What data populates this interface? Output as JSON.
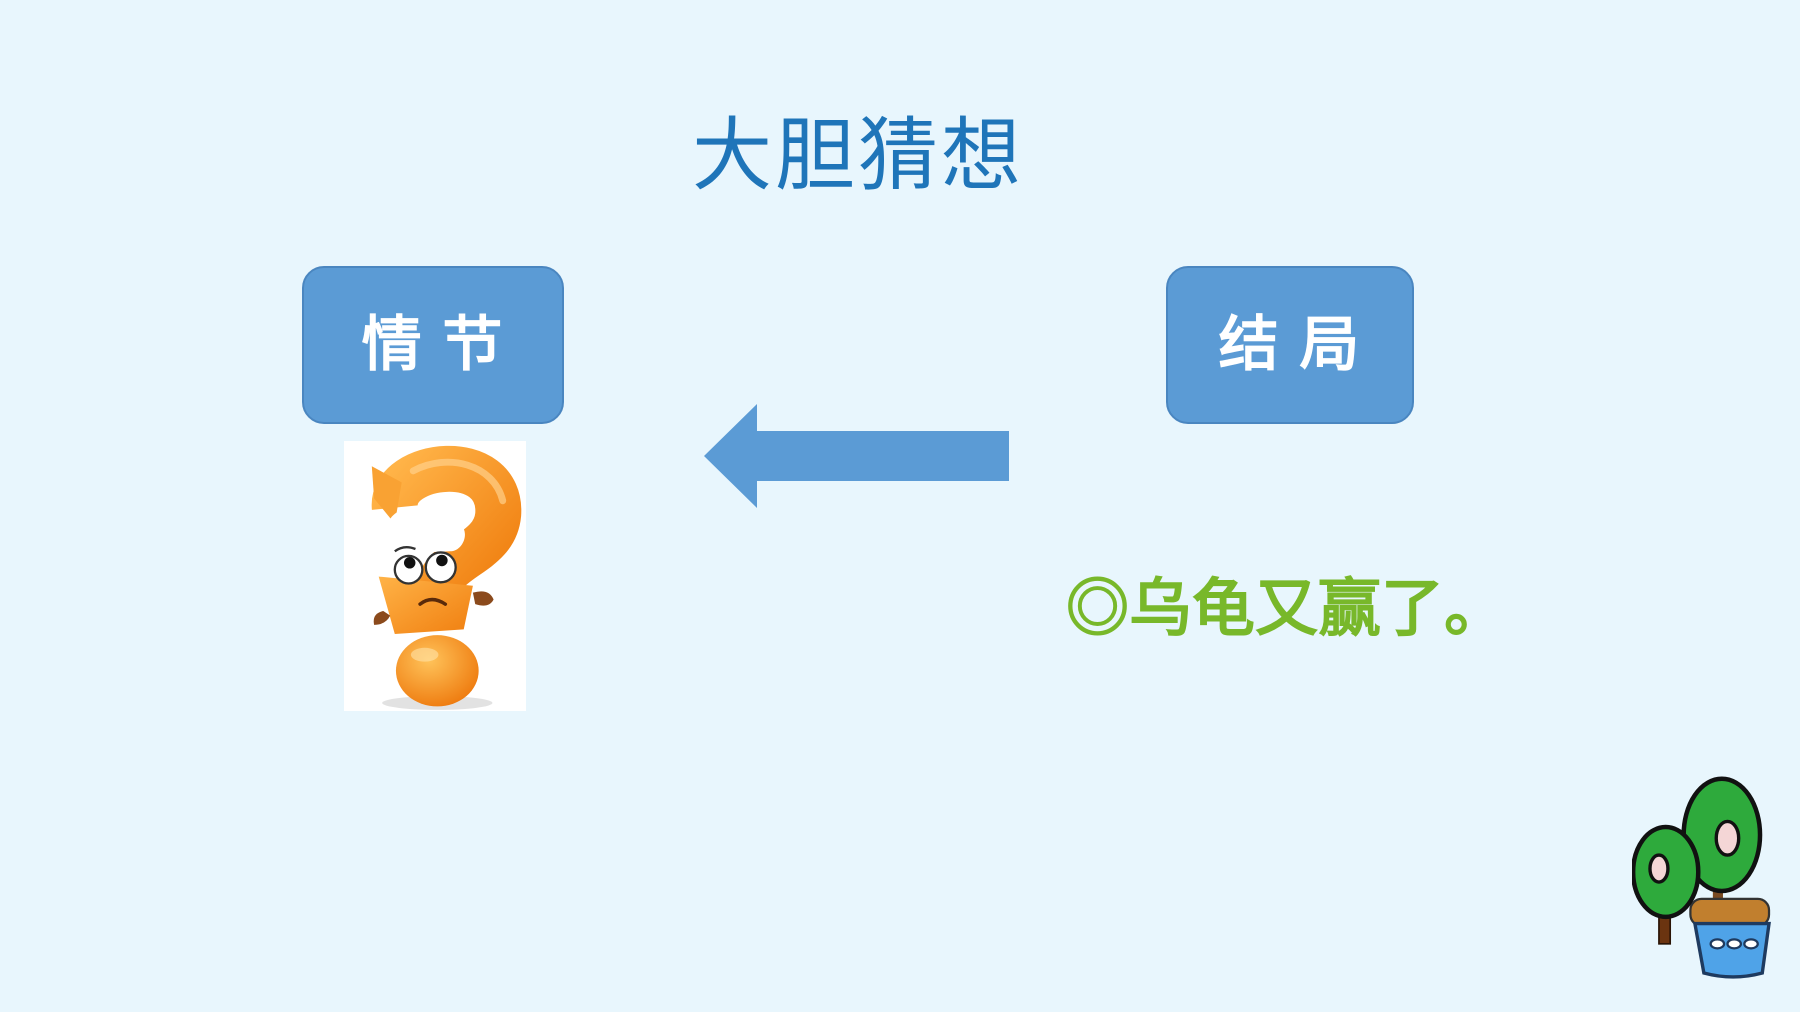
{
  "slide": {
    "title": "大胆猜想"
  },
  "plot_box": {
    "label": "情 节"
  },
  "ending_box": {
    "label": "结 局"
  },
  "guess": {
    "text": "◎乌龟又赢了。"
  },
  "illustrations": {
    "question_mark": "question-mark-cartoon",
    "corner_decoration": "tree-house-decoration"
  },
  "colors": {
    "background": "#E8F6FD",
    "title": "#1F75B9",
    "box_fill": "#5B9BD5",
    "box_border": "#4A86C0",
    "box_text": "#FFFFFF",
    "arrow": "#5B9BD5",
    "guess_text": "#78B82A"
  }
}
